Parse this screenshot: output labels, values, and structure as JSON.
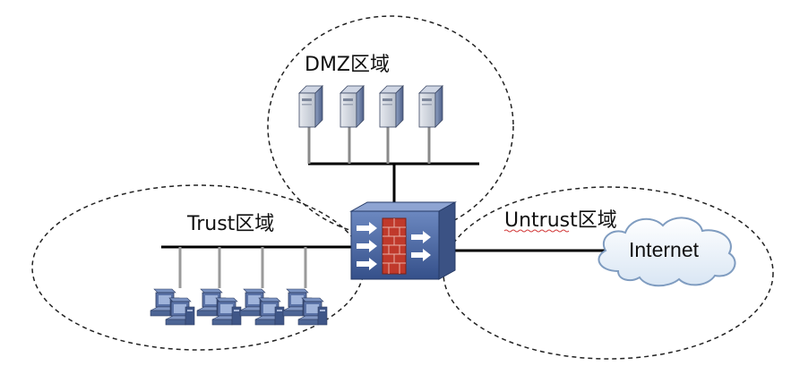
{
  "zones": {
    "dmz": "DMZ区域",
    "trust": "Trust区域",
    "untrust": "Untrust区域"
  },
  "internet_label": "Internet",
  "devices": {
    "firewall": "firewall-icon",
    "server": "server-icon",
    "workstation": "pc-workstation-icon",
    "cloud": "cloud-icon"
  },
  "colors": {
    "zone_border": "#222222",
    "link": "#000000",
    "firewall_body": "#5470a8",
    "firewall_wall": "#c0392b",
    "server_body": "#6d7fa6",
    "pc_body": "#4e6797",
    "cloud_fill": "#eef4fb",
    "underline_spell": "#d23b3b"
  }
}
